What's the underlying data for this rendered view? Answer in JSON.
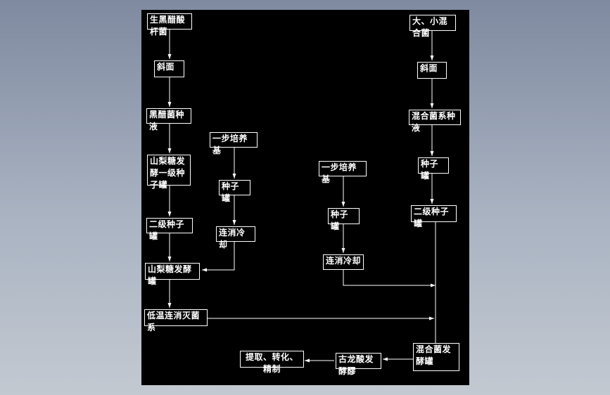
{
  "diagram": {
    "left_chain": {
      "strain": "生黑醋酸杆菌",
      "slant": "斜面",
      "seed_liquid": "黑醋菌种液",
      "sorbose_first_seed": "山梨糖发酵一级种子罐",
      "second_seed": "二级种子罐",
      "sorbose_ferment": "山梨糖发酵罐",
      "low_temp_sterilize": "低温连消灭菌系"
    },
    "middle_left_chain": {
      "medium": "一步培养基",
      "seed_tank": "种子罐",
      "cont_sterilize_cool": "连消冷却"
    },
    "middle_right_chain": {
      "medium": "一步培养基",
      "seed_tank": "种子罐",
      "cont_sterilize_cool": "连消冷却"
    },
    "right_chain": {
      "strain": "大、小混合菌",
      "slant": "斜面",
      "mixed_seed_liquid": "混合菌系种液",
      "seed_tank": "种子罐",
      "second_seed": "二级种子罐",
      "mixed_ferment": "混合菌发酵罐"
    },
    "final": {
      "gulonic_ferment": "古龙酸发酵醪",
      "extract_refine": "提取、转化、精制"
    }
  }
}
